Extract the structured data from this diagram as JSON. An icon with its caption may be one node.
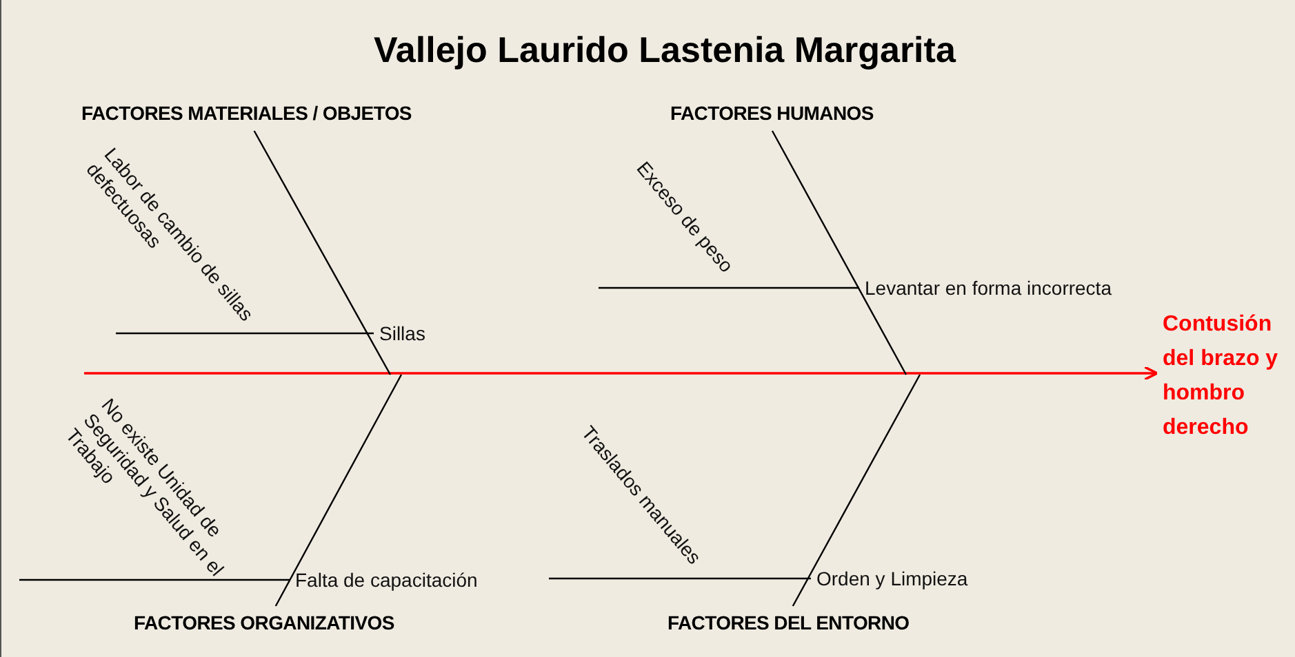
{
  "diagram": {
    "title": "Vallejo Laurido Lastenia Margarita",
    "nodes": [
      {
        "text": [
          "FACTORES MATERIALES / OBJETOS"
        ]
      },
      {
        "text": [
          "FACTORES HUMANOS"
        ]
      },
      {
        "text": [
          "Levantar en forma incorrecta"
        ]
      },
      {
        "text": [
          "Contusión del brazo y hombro derecho"
        ]
      },
      {
        "text": [
          "Sillas"
        ]
      },
      {
        "text": [
          "Falta de capacitación"
        ]
      },
      {
        "text": [
          "Orden y Limpieza"
        ]
      },
      {
        "text": [
          "FACTORES ORGANIZATIVOS"
        ]
      },
      {
        "text": [
          "FACTORES DEL ENTORNO"
        ]
      }
    ],
    "edges": [
      {
        "from": null,
        "to": 3,
        "arrow": "to",
        "color": "#ff0000"
      },
      {
        "from": 0,
        "to": null,
        "arrow": "none"
      },
      {
        "from": 1,
        "to": null,
        "arrow": "none"
      },
      {
        "from": 7,
        "to": null,
        "arrow": "none"
      },
      {
        "from": 8,
        "to": null,
        "arrow": "none"
      },
      {
        "from": null,
        "to": 4,
        "arrow": "none"
      },
      {
        "from": null,
        "to": 2,
        "arrow": "none"
      },
      {
        "from": null,
        "to": 5,
        "arrow": "none"
      },
      {
        "from": null,
        "to": 6,
        "arrow": "none"
      }
    ],
    "labels": [
      "Labor de cambio de sillas defectuosas",
      "Exceso de peso",
      "No existe Unidad de Seguridad y Salud en el Trabajo",
      "Traslados manuales"
    ]
  }
}
